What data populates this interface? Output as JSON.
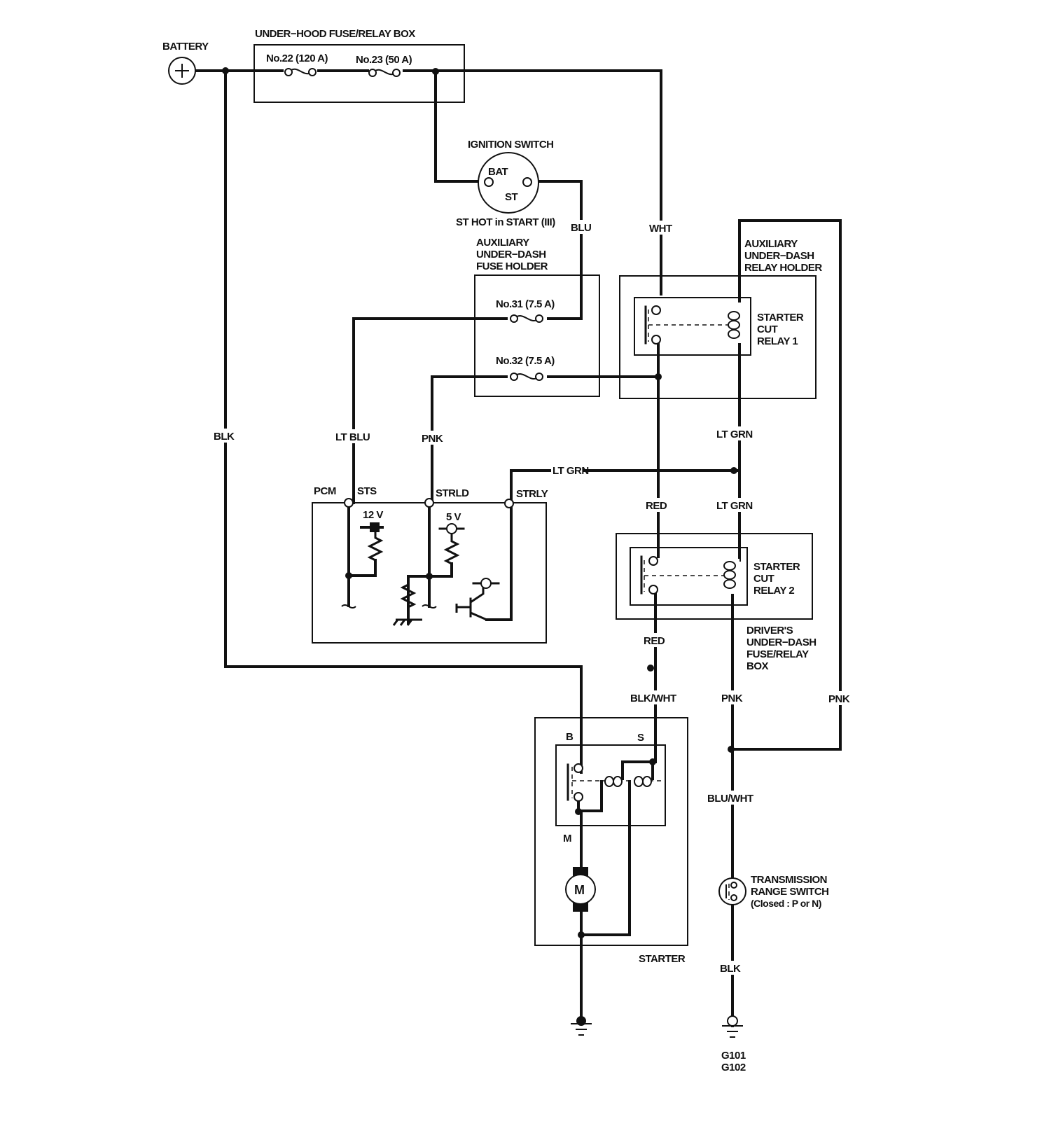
{
  "diagram": {
    "title": "Starter circuit wiring diagram",
    "components": {
      "battery": "BATTERY",
      "under_hood_box": "UNDER−HOOD FUSE/RELAY BOX",
      "fuse22": "No.22 (120 A)",
      "fuse23": "No.23 (50 A)",
      "ignition_switch": "IGNITION SWITCH",
      "ign_bat": "BAT",
      "ign_st": "ST",
      "ign_note": "ST HOT in START (III)",
      "aux_fuse_holder": [
        "AUXILIARY",
        "UNDER−DASH",
        "FUSE HOLDER"
      ],
      "fuse31": "No.31 (7.5 A)",
      "fuse32": "No.32 (7.5 A)",
      "aux_relay_holder": [
        "AUXILIARY",
        "UNDER−DASH",
        "RELAY HOLDER"
      ],
      "relay1": [
        "STARTER",
        "CUT",
        "RELAY 1"
      ],
      "relay2": [
        "STARTER",
        "CUT",
        "RELAY 2"
      ],
      "drivers_box": [
        "DRIVER'S",
        "UNDER−DASH",
        "FUSE/RELAY",
        "BOX"
      ],
      "pcm": "PCM",
      "pcm_sts": "STS",
      "pcm_strld": "STRLD",
      "pcm_strly": "STRLY",
      "pcm_12v": "12 V",
      "pcm_5v": "5 V",
      "starter": "STARTER",
      "starter_b": "B",
      "starter_s": "S",
      "starter_m": "M",
      "motor": "M",
      "trs": [
        "TRANSMISSION",
        "RANGE SWITCH",
        "(Closed : P or N)"
      ],
      "ground": [
        "G101",
        "G102"
      ]
    },
    "wires": {
      "blk_left": "BLK",
      "blu": "BLU",
      "wht": "WHT",
      "lt_blu": "LT BLU",
      "pnk_pcm": "PNK",
      "lt_grn_h": "LT GRN",
      "lt_grn_v1": "LT GRN",
      "lt_grn_v2": "LT GRN",
      "red1": "RED",
      "red2": "RED",
      "blk_wht": "BLK/WHT",
      "pnk_mid": "PNK",
      "pnk_right": "PNK",
      "blu_wht": "BLU/WHT",
      "blk_ground": "BLK"
    }
  }
}
